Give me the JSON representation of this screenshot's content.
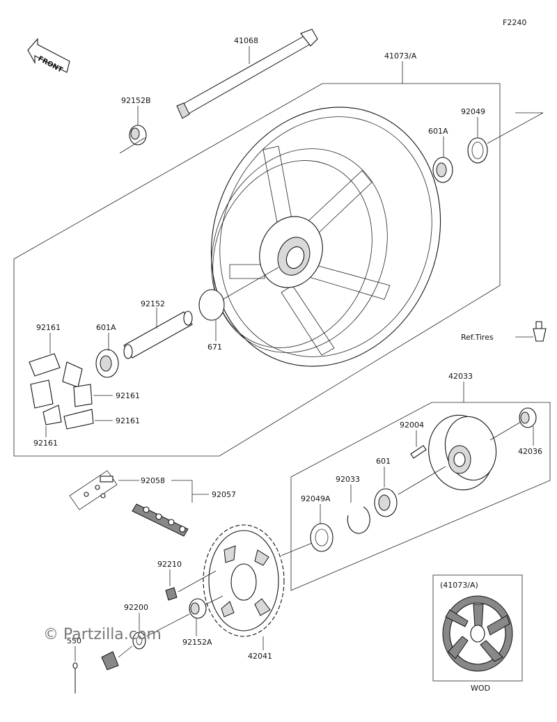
{
  "diagram": {
    "figure_code": "F2240",
    "front_label": "FRONT",
    "ref_tires": "Ref.Tires",
    "watermark": "© Partzilla.com",
    "inset": {
      "title": "(41073/A)",
      "caption": "WOD"
    },
    "parts": {
      "p41068": "41068",
      "p41073A": "41073/A",
      "p92152B": "92152B",
      "p92049": "92049",
      "p601A_top": "601A",
      "p92152": "92152",
      "p671": "671",
      "p92161_a": "92161",
      "p601A_mid": "601A",
      "p92161_b": "92161",
      "p92161_c": "92161",
      "p92161_d": "92161",
      "p42033": "42033",
      "p92004": "92004",
      "p42036": "42036",
      "p601": "601",
      "p92033": "92033",
      "p92058": "92058",
      "p92057": "92057",
      "p92049A": "92049A",
      "p92210": "92210",
      "p92200": "92200",
      "p550": "550",
      "p92152A": "92152A",
      "p42041": "42041"
    }
  }
}
